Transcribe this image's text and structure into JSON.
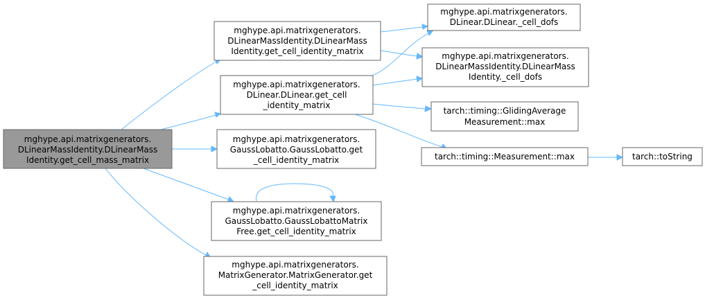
{
  "graph": {
    "nodes": [
      {
        "id": "root",
        "lines": [
          "mghype.api.matrixgenerators.",
          "DLinearMassIdentity.DLinearMass",
          "Identity.get_cell_mass_matrix"
        ]
      },
      {
        "id": "dlmi_get_identity",
        "lines": [
          "mghype.api.matrixgenerators.",
          "DLinearMassIdentity.DLinearMass",
          "Identity.get_cell_identity_matrix"
        ]
      },
      {
        "id": "dlinear_get_identity",
        "lines": [
          "mghype.api.matrixgenerators.",
          "DLinear.DLinear.get_cell",
          "_identity_matrix"
        ]
      },
      {
        "id": "gl_get_identity",
        "lines": [
          "mghype.api.matrixgenerators.",
          "GaussLobatto.GaussLobatto.get",
          "_cell_identity_matrix"
        ]
      },
      {
        "id": "glmf_get_identity",
        "lines": [
          "mghype.api.matrixgenerators.",
          "GaussLobatto.GaussLobattoMatrix",
          "Free.get_cell_identity_matrix"
        ]
      },
      {
        "id": "mg_get_identity",
        "lines": [
          "mghype.api.matrixgenerators.",
          "MatrixGenerator.MatrixGenerator.get",
          "_cell_identity_matrix"
        ]
      },
      {
        "id": "dlinear_cell_dofs",
        "lines": [
          "mghype.api.matrixgenerators.",
          "DLinear.DLinear._cell_dofs"
        ]
      },
      {
        "id": "dlmi_cell_dofs",
        "lines": [
          "mghype.api.matrixgenerators.",
          "DLinearMassIdentity.DLinearMass",
          "Identity._cell_dofs"
        ]
      },
      {
        "id": "gliding_max",
        "lines": [
          "tarch::timing::GlidingAverage",
          "Measurement::max"
        ]
      },
      {
        "id": "measurement_max",
        "lines": [
          "tarch::timing::Measurement::max"
        ]
      },
      {
        "id": "tostring",
        "lines": [
          "tarch::toString"
        ]
      }
    ]
  }
}
